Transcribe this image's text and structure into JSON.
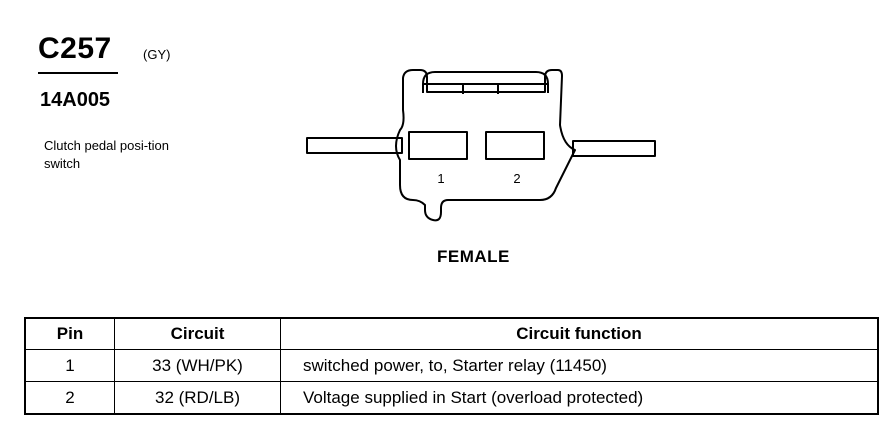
{
  "connector": {
    "id": "C257",
    "color_code": "(GY)",
    "part_number": "14A005",
    "description": "Clutch pedal posi-tion switch"
  },
  "diagram": {
    "pin_labels": [
      "1",
      "2"
    ],
    "gender": "FEMALE"
  },
  "table": {
    "headers": [
      "Pin",
      "Circuit",
      "Circuit function"
    ],
    "rows": [
      {
        "pin": "1",
        "circuit": "33 (WH/PK)",
        "function": "switched power, to, Starter relay (11450)"
      },
      {
        "pin": "2",
        "circuit": "32 (RD/LB)",
        "function": "Voltage supplied in Start (overload protected)"
      }
    ]
  }
}
